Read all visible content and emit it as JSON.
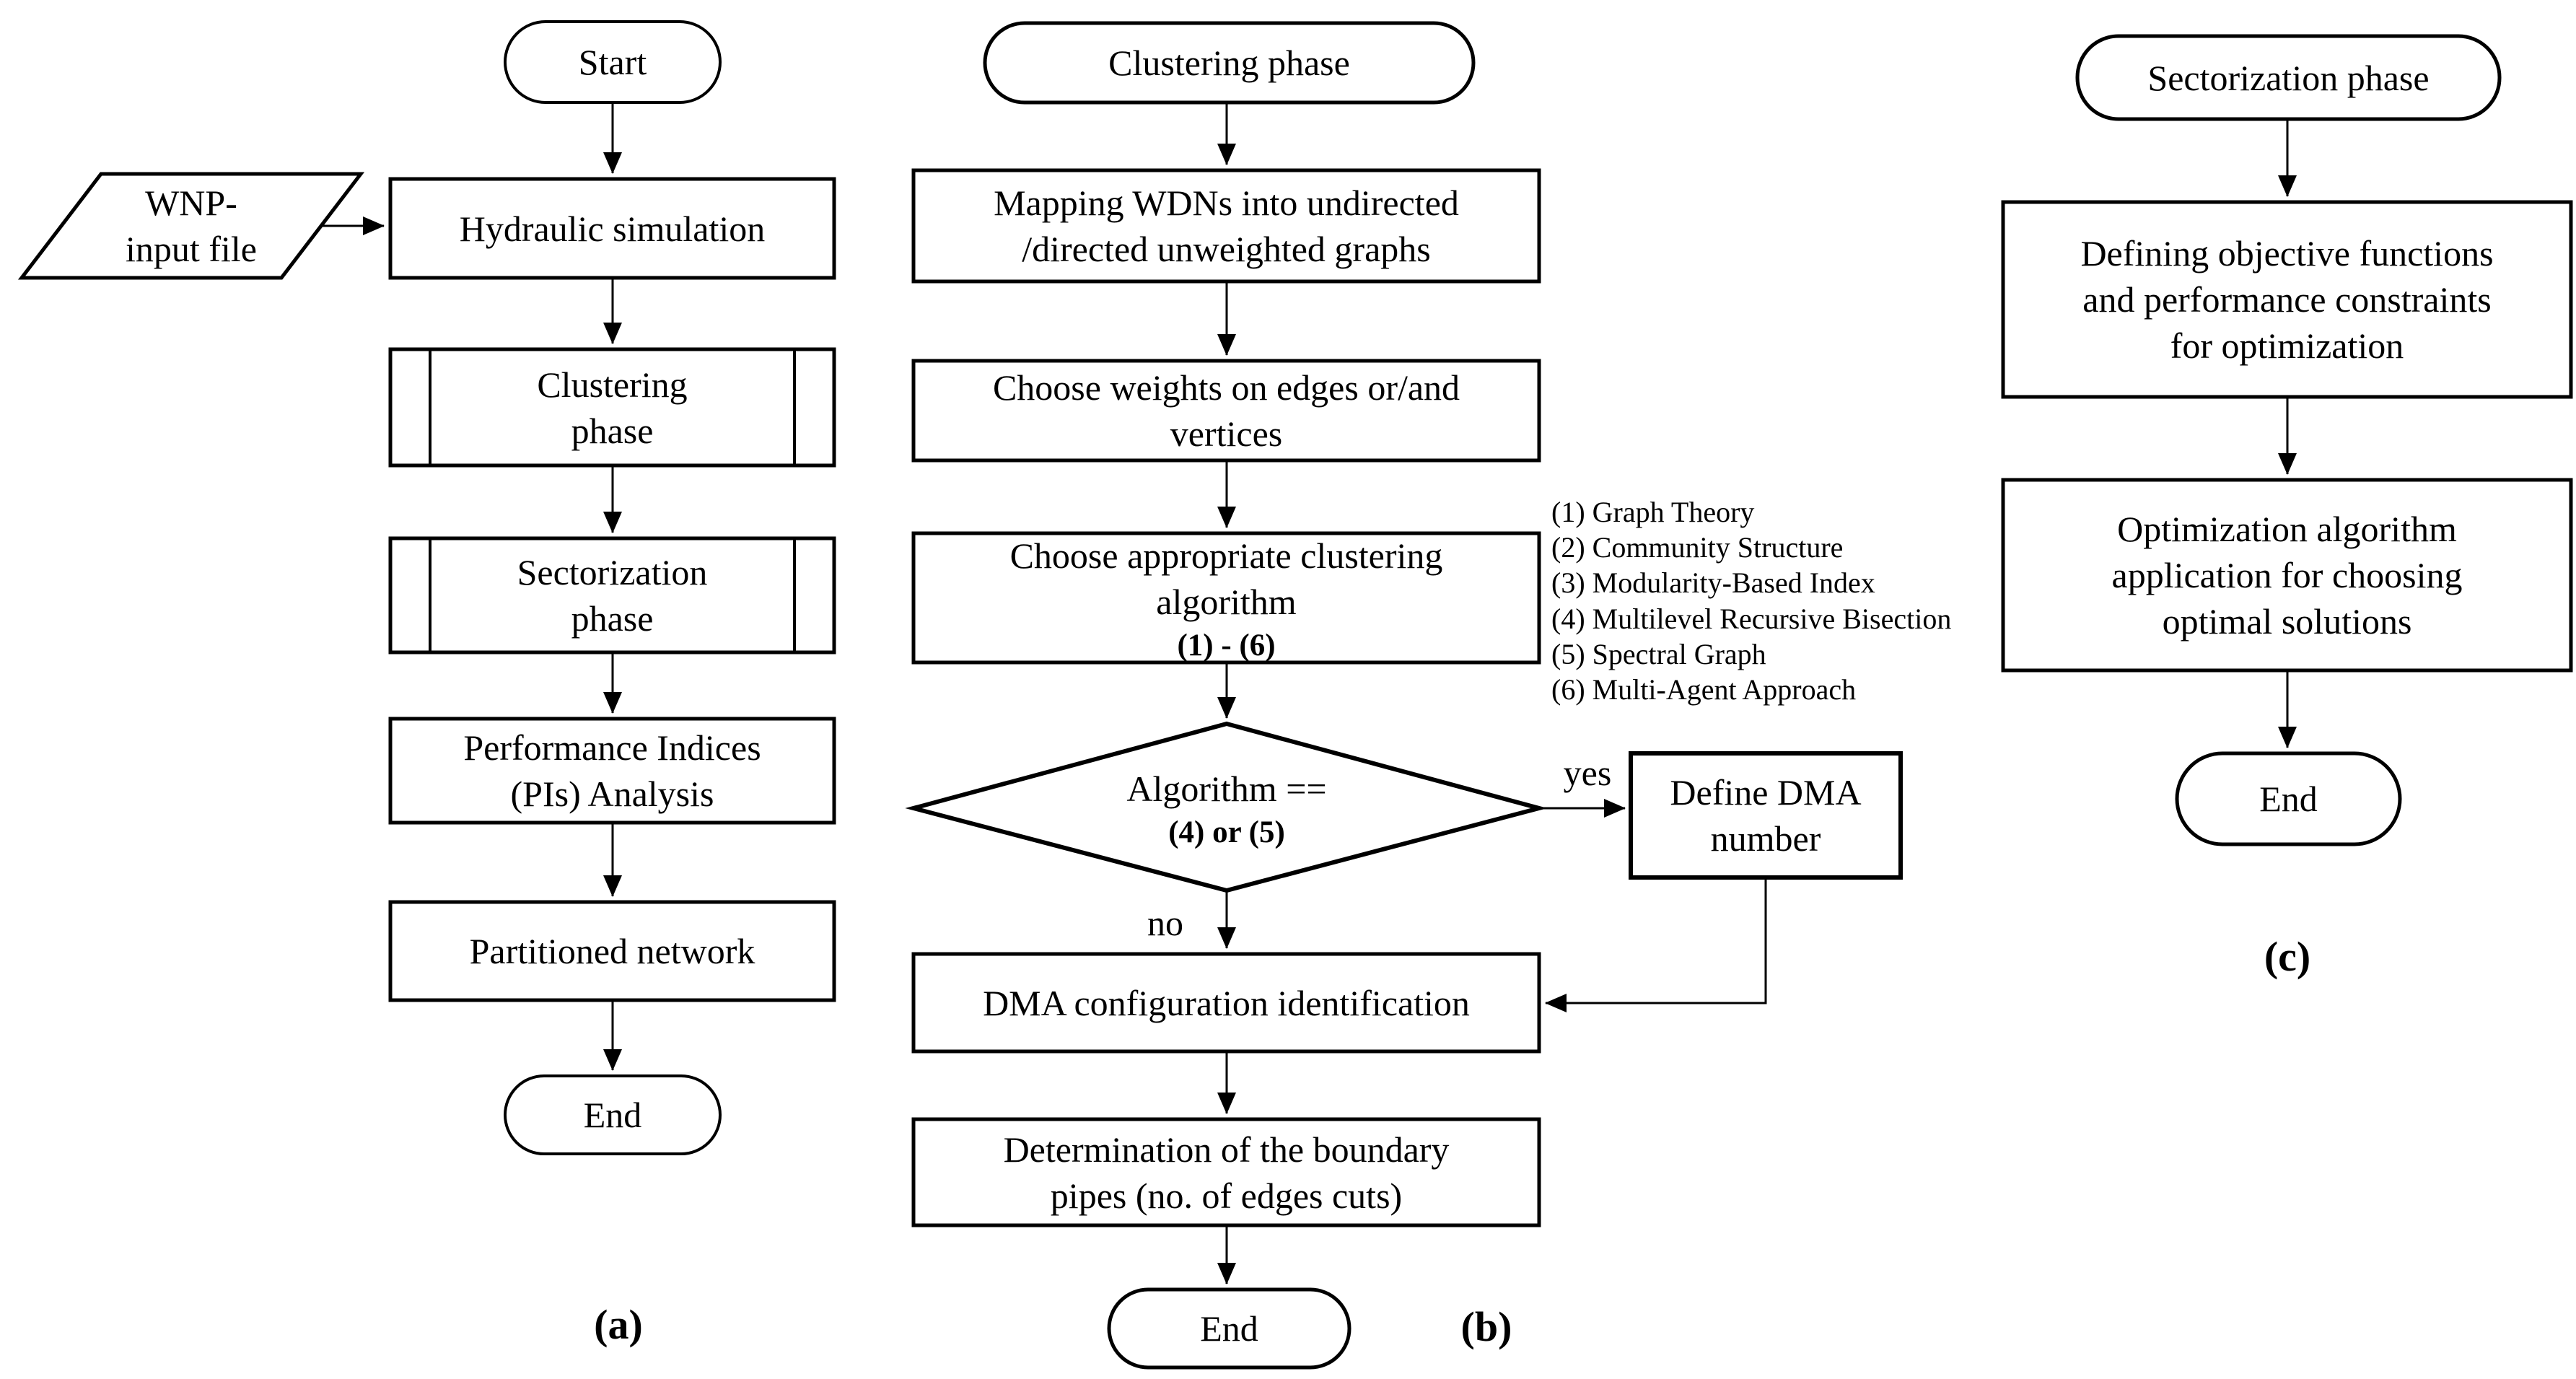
{
  "figure": {
    "background": "#ffffff",
    "stroke_color": "#000000",
    "panel_a": {
      "label": "(a)",
      "start": "Start",
      "wnp_input": "WNP-\ninput file",
      "hydraulic": "Hydraulic simulation",
      "clustering_phase": "Clustering\nphase",
      "sectorization_phase": "Sectorization\nphase",
      "performance": "Performance Indices\n(PIs) Analysis",
      "partitioned": "Partitioned network",
      "end": "End"
    },
    "panel_b": {
      "label": "(b)",
      "title": "Clustering phase",
      "mapping": "Mapping WDNs into undirected\n/directed unweighted graphs",
      "weights": "Choose weights on edges or/and\nvertices",
      "algorithm": "Choose appropriate clustering\nalgorithm",
      "algorithm_range": "(1) - (6)",
      "decision": "Algorithm ==",
      "decision_condition": "(4) or (5)",
      "yes": "yes",
      "no": "no",
      "define_dma": "Define DMA\nnumber",
      "dma_config": "DMA configuration identification",
      "boundary": "Determination of the boundary\npipes (no. of edges cuts)",
      "end": "End",
      "legend": {
        "items": [
          "(1) Graph Theory",
          "(2) Community Structure",
          "(3) Modularity-Based Index",
          "(4) Multilevel Recursive Bisection",
          "(5) Spectral Graph",
          "(6) Multi-Agent Approach"
        ]
      }
    },
    "panel_c": {
      "label": "(c)",
      "title": "Sectorization phase",
      "objectives": "Defining objective functions\nand performance constraints\nfor optimization",
      "optimization": "Optimization algorithm\napplication for choosing\noptimal solutions",
      "end": "End"
    }
  }
}
